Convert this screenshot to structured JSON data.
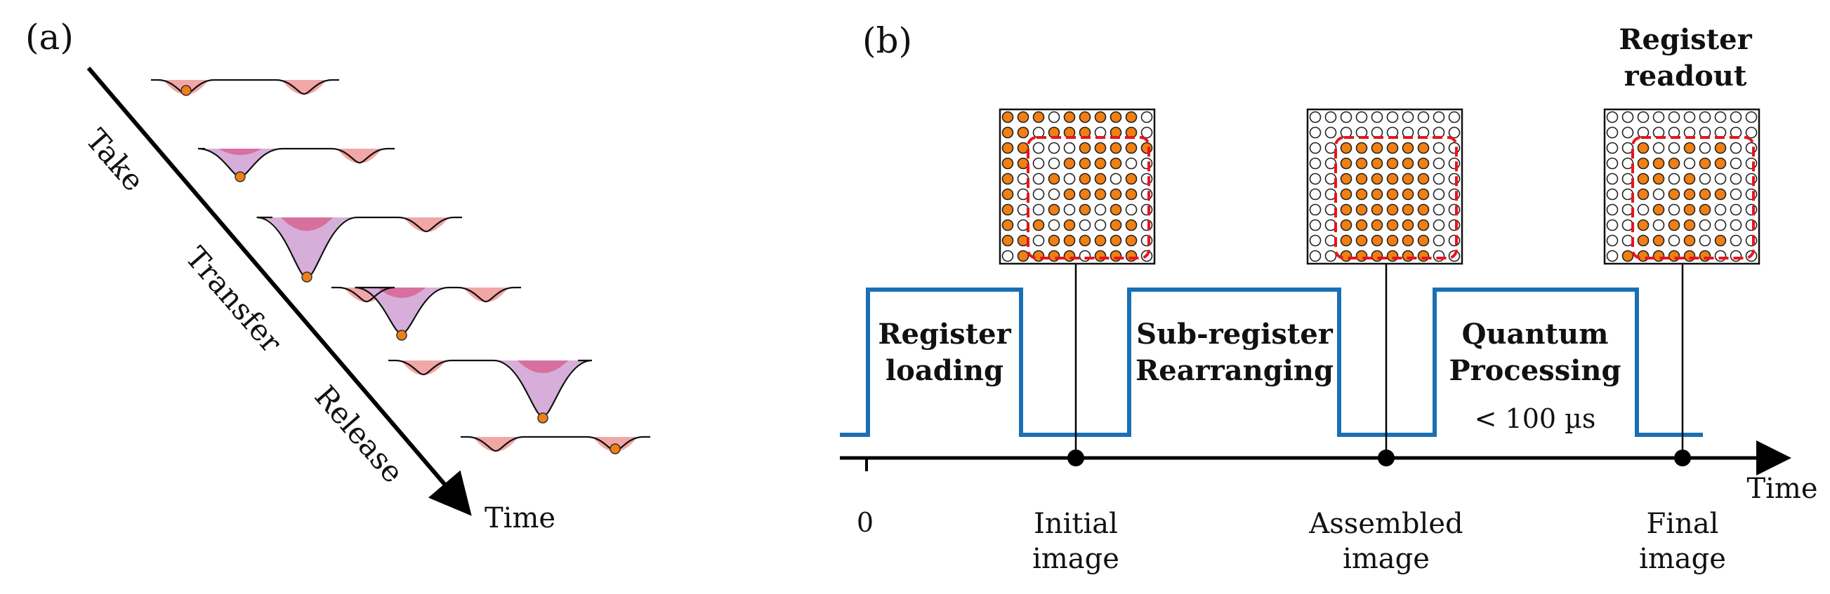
{
  "panel_a": {
    "label": "(a)",
    "steps": [
      "Take",
      "Transfer",
      "Release"
    ],
    "time_label": "Time"
  },
  "panel_b": {
    "label": "(b)",
    "phases": [
      {
        "line1": "Register",
        "line2": "loading"
      },
      {
        "line1": "Sub-register",
        "line2": "Rearranging"
      },
      {
        "line1": "Quantum",
        "line2": "Processing",
        "note": "< 100 µs"
      }
    ],
    "readout_title": {
      "line1": "Register",
      "line2": "readout"
    },
    "axis": {
      "zero": "0",
      "label": "Time"
    },
    "images": [
      {
        "line1": "Initial",
        "line2": "image"
      },
      {
        "line1": "Assembled",
        "line2": "image"
      },
      {
        "line1": "Final",
        "line2": "image"
      }
    ]
  },
  "colors": {
    "atom": "#f07f14",
    "target_box": "#e8141c",
    "pulse": "#1a6fb5",
    "tweezer_fill": "#d7aed9",
    "tweezer_core": "#d7709f",
    "static_trap": "#f2a7a7"
  }
}
